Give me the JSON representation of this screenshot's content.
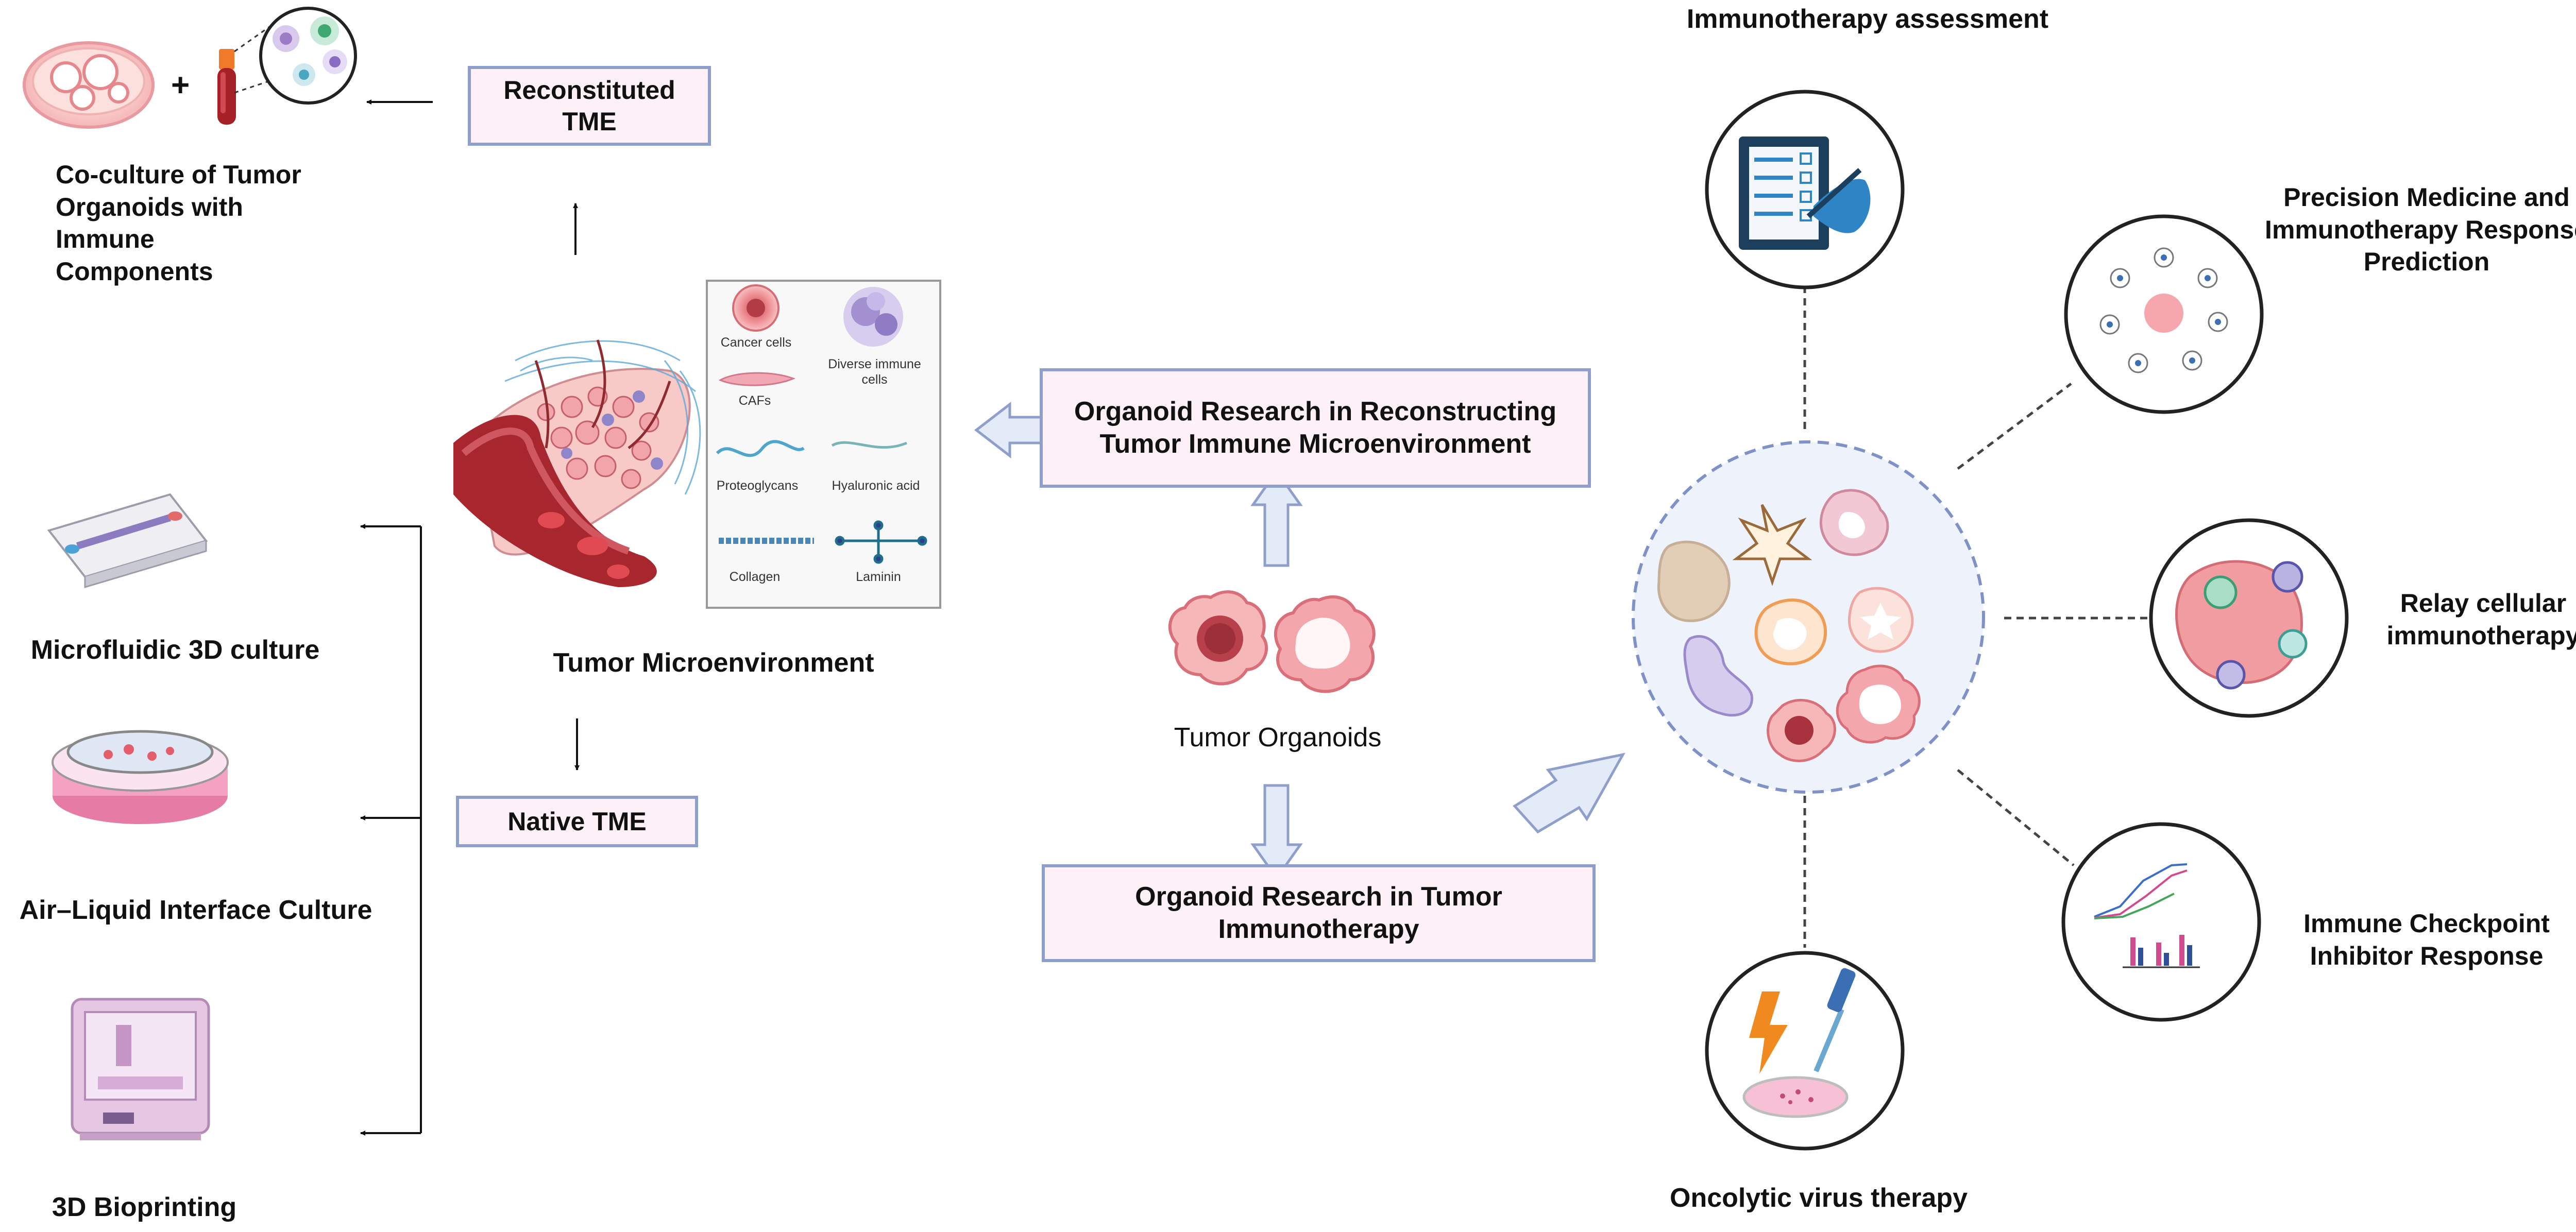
{
  "left": {
    "coculture_label": "Co-culture of Tumor Organoids with Immune Components",
    "plus_sign": "+",
    "reconstituted_box": "Reconstituted TME",
    "tme_label": "Tumor Microenvironment",
    "native_box": "Native TME",
    "methods": [
      {
        "label": "Microfluidic 3D culture"
      },
      {
        "label": "Air–Liquid Interface Culture"
      },
      {
        "label": "3D Bioprinting"
      }
    ],
    "legend": {
      "cancer": "Cancer cells",
      "immune": "Diverse immune cells",
      "cafs": "CAFs",
      "proteoglycans": "Proteoglycans",
      "hyaluronic": "Hyaluronic acid",
      "collagen": "Collagen",
      "laminin": "Laminin"
    }
  },
  "center": {
    "top_box": "Organoid Research in Reconstructing Tumor Immune Microenvironment",
    "organoid_label": "Tumor Organoids",
    "bottom_box": "Organoid Research in Tumor Immunotherapy"
  },
  "right": {
    "immunotherapy_assessment": "Immunotherapy assessment",
    "precision_medicine": "Precision Medicine and Immunotherapy Response Prediction",
    "relay": "Relay cellular immunotherapy",
    "checkpoint": "Immune Checkpoint Inhibitor Response",
    "oncolytic": "Oncolytic virus therapy"
  },
  "colors": {
    "box_fill": "#fdf0f6",
    "box_border": "#8f9fcb",
    "arrow_fill": "#e3ebf8",
    "circle_fill": "#eef3fb",
    "dashed": "#7f92c7"
  }
}
